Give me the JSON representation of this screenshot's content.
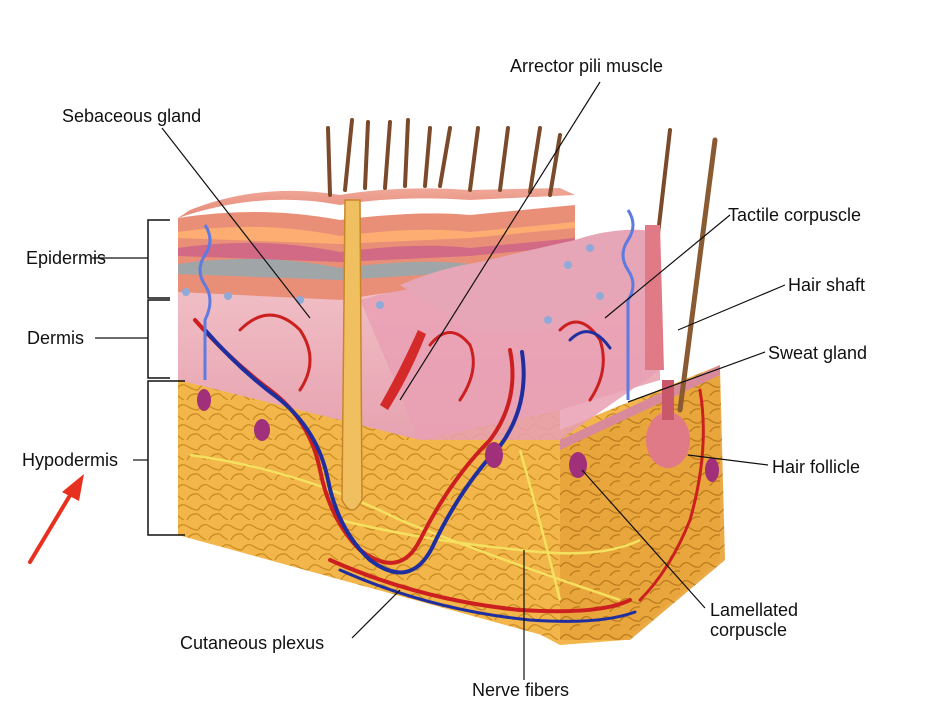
{
  "labels": {
    "arrector_pili_muscle": "Arrector pili muscle",
    "sebaceous_gland": "Sebaceous gland",
    "tactile_corpuscle": "Tactile corpuscle",
    "epidermis": "Epidermis",
    "hair_shaft": "Hair shaft",
    "dermis": "Dermis",
    "sweat_gland": "Sweat gland",
    "hypodermis": "Hypodermis",
    "hair_follicle": "Hair follicle",
    "lamellated_corpuscle_line1": "Lamellated",
    "lamellated_corpuscle_line2": "corpuscle",
    "cutaneous_plexus": "Cutaneous plexus",
    "nerve_fibers": "Nerve fibers"
  },
  "colors": {
    "epidermis_top": "#e89a86",
    "epidermis_layers": "#d9664a",
    "dermis": "#eeb0b8",
    "hypodermis": "#f2b94a",
    "artery": "#cc1f1f",
    "vein": "#1f2fa0",
    "nerve": "#f5e060",
    "hair": "#7a4a2a",
    "leader_line": "#111111",
    "annotation_arrow": "#e8301e"
  }
}
